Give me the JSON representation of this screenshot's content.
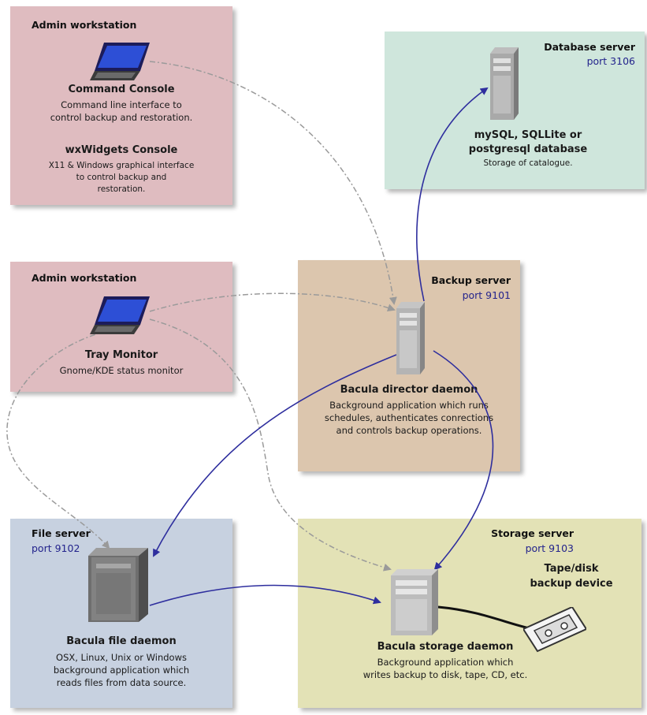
{
  "admin_workstation_1": {
    "title": "Admin workstation",
    "command_console_title": "Command Console",
    "command_console_desc": "Command line interface to\ncontrol backup and restoration.",
    "wx_console_title": "wxWidgets Console",
    "wx_console_desc": "X11 & Windows graphical interface\nto control backup and\nrestoration."
  },
  "database_server": {
    "title": "Database server",
    "port": "port 3106",
    "db_title": "mySQL, SQLLite or\npostgresql database",
    "db_desc": "Storage of catalogue."
  },
  "admin_workstation_2": {
    "title": "Admin workstation",
    "tray_title": "Tray Monitor",
    "tray_desc": "Gnome/KDE status monitor"
  },
  "backup_server": {
    "title": "Backup server",
    "port": "port 9101",
    "director_title": "Bacula director daemon",
    "director_desc": "Background application which runs\nschedules, authenticates conrections\nand controls backup operations."
  },
  "file_server": {
    "title": "File server",
    "port": "port 9102",
    "fd_title": "Bacula file daemon",
    "fd_desc": "OSX, Linux, Unix or Windows\nbackground application which\nreads files from data source."
  },
  "storage_server": {
    "title": "Storage server",
    "port": "port 9103",
    "sd_title": "Bacula storage daemon",
    "sd_desc": "Background application which\nwrites backup to disk, tape, CD, etc.",
    "tape_title": "Tape/disk\nbackup device"
  },
  "colors": {
    "admin_box": "#dfbcc0",
    "database_box": "#cfe6dc",
    "backup_box": "#dcc6ae",
    "file_box": "#c7d1e0",
    "storage_box": "#e3e2b6",
    "port_text": "#23238c",
    "solid_arrow": "#2e2e9e",
    "dashed_arrow": "#9a9a9a"
  },
  "icons": [
    "laptop-icon",
    "server-tower-icon",
    "tape-drive-icon"
  ]
}
